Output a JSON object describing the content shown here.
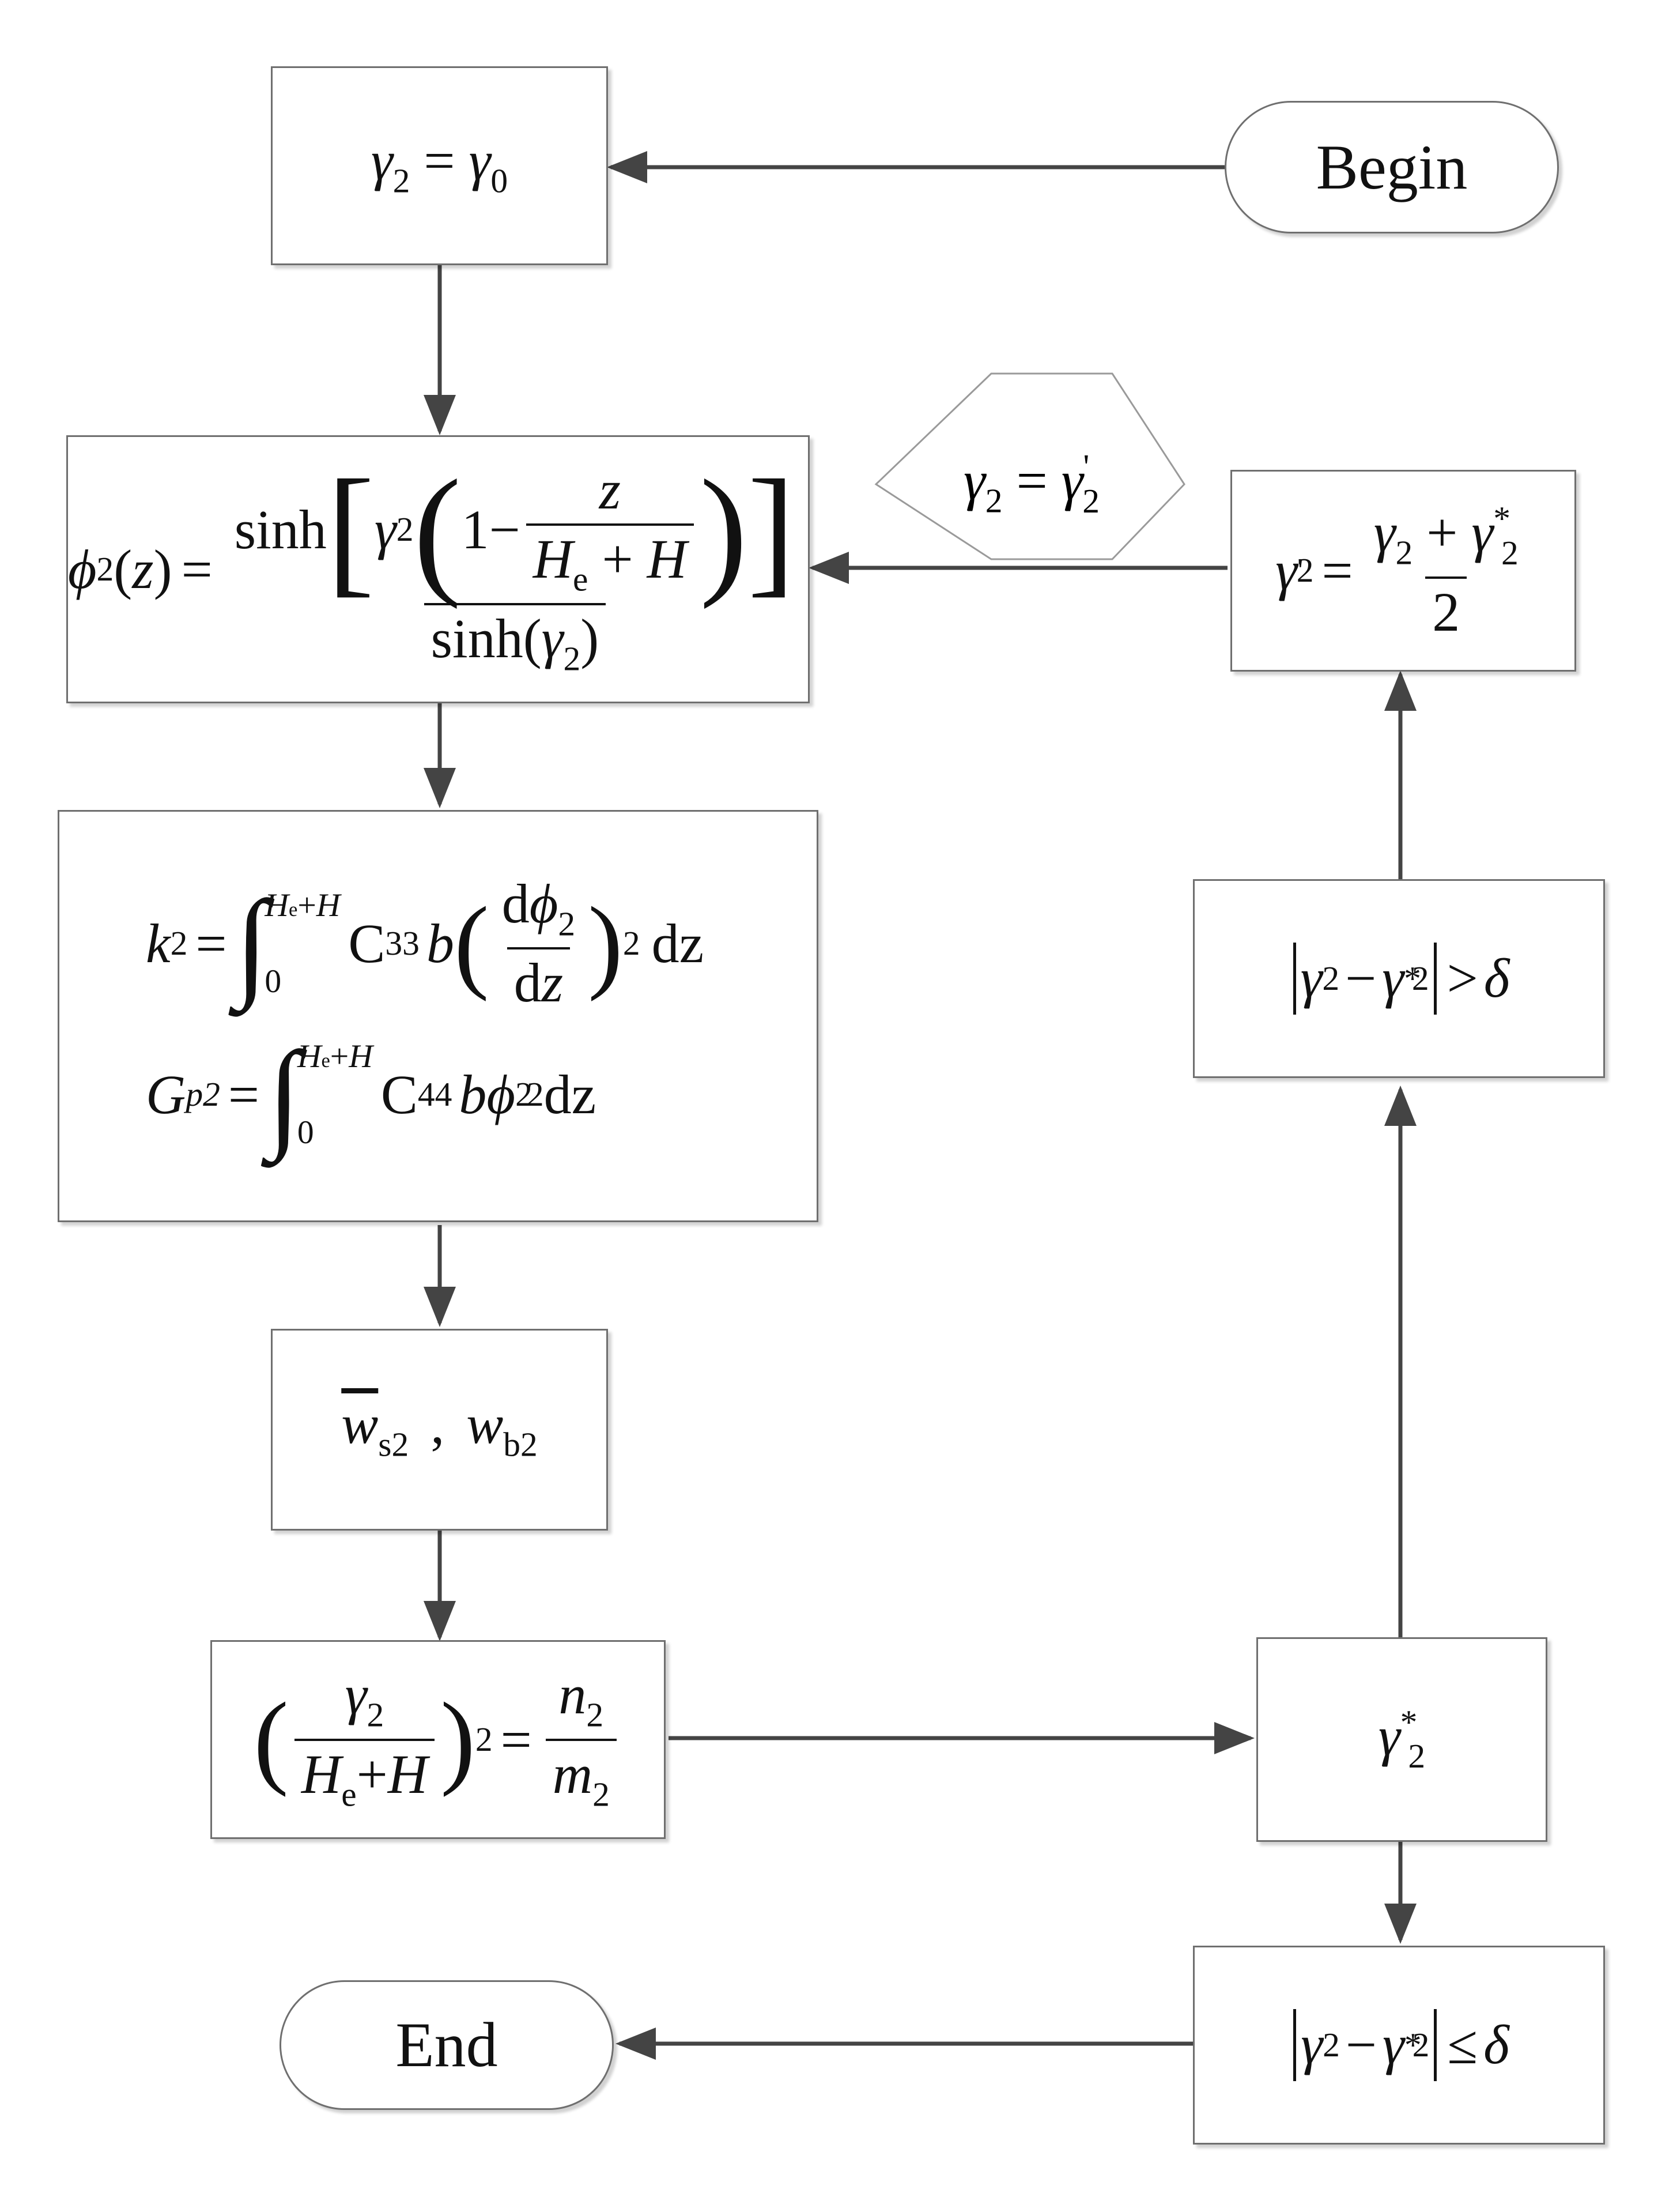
{
  "terminals": {
    "begin": "Begin",
    "end": "End"
  },
  "symbols": {
    "gamma": "γ",
    "phi": "ϕ",
    "delta": "δ",
    "star": "*",
    "prime": "'",
    "two": "2",
    "zero": "0",
    "one": "1",
    "eq": "=",
    "plus": "+",
    "minus": "−",
    "gt": ">",
    "le": "≤",
    "sinh": "sinh",
    "z": "z",
    "He_H": "H",
    "e": "e",
    "C33": "C",
    "n33": "33",
    "n44": "44",
    "b": "b",
    "k": "k",
    "G": "G",
    "p2": "p2",
    "dz": "dz",
    "d": "d",
    "w": "w",
    "s2": "s2",
    "b2": "b2",
    "n": "n",
    "m": "m",
    "comma": ","
  }
}
